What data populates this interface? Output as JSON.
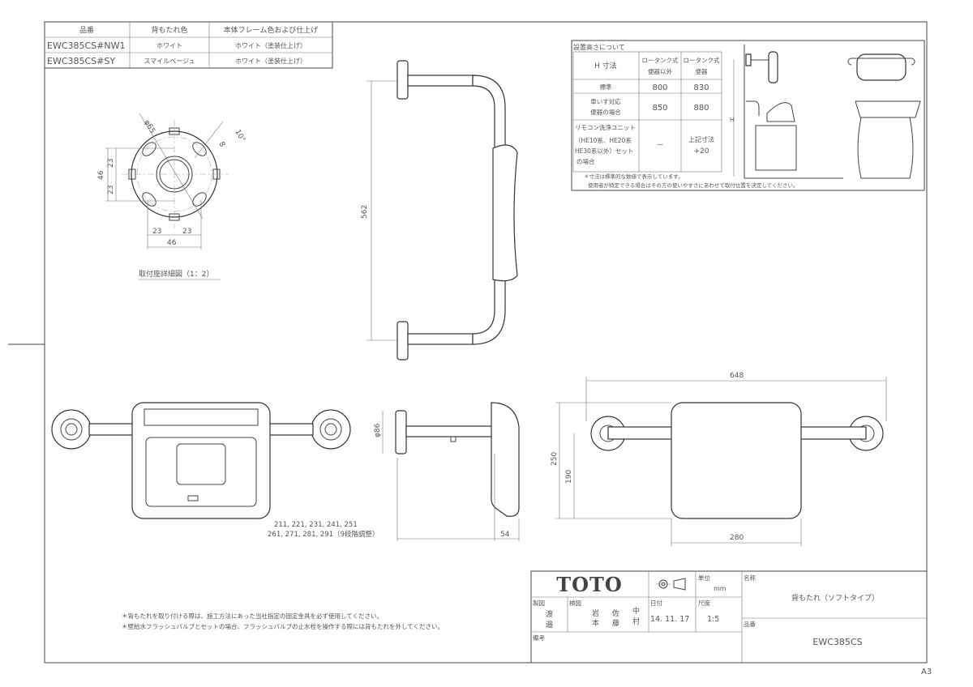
{
  "product_table": {
    "headers": [
      "品番",
      "背もたれ色",
      "本体フレーム色および仕上げ"
    ],
    "rows": [
      [
        "EWC385CS#NW1",
        "ホワイト",
        "ホワイト（塗装仕上げ）"
      ],
      [
        "EWC385CS#SY",
        "スマイルベージュ",
        "ホワイト（塗装仕上げ）"
      ]
    ]
  },
  "height_table": {
    "title": "設置高さについて",
    "col_h": "H 寸法",
    "col1": [
      "ロータンク式",
      "便器以外"
    ],
    "col2": [
      "ロータンク式",
      "便器"
    ],
    "rows": [
      {
        "label": [
          "標準"
        ],
        "v1": "800",
        "v2": "830"
      },
      {
        "label": [
          "車いす対応",
          "便器の場合"
        ],
        "v1": "850",
        "v2": "880"
      },
      {
        "label": [
          "リモコン洗浄ユニット",
          "（HE10系、HE20系",
          "HE30系以外）セット",
          "の場合"
        ],
        "v1": "－",
        "v2": [
          "上記寸法",
          "+20"
        ]
      }
    ],
    "notes": [
      "＊寸法は標準的な数値で表示しています。",
      "使用者が特定できる場合はその方の使いやすさにあわせて取付位置を決定してください。"
    ],
    "h_label": "H"
  },
  "flange_detail": {
    "dims": [
      "φ65",
      "10°",
      "8",
      "46",
      "23",
      "23",
      "23",
      "23",
      "46"
    ],
    "caption": "取付座詳細図（1：2）"
  },
  "side_view": {
    "height_dim": "562"
  },
  "bottom_side": {
    "diameter": "φ86",
    "range_line1": "211, 221, 231, 241, 251",
    "range_line2": "261, 271, 281, 291（9段階調整）",
    "depth": "54"
  },
  "front_view": {
    "width": "648",
    "cushion_width": "280",
    "height": "250",
    "bar_height": "190"
  },
  "notes": [
    "＊背もたれを取り付ける際は、施工方法にあった当社指定の固定金具を必ず使用してください。",
    "＊壁給水フラッシュバルブとセットの場合、フラッシュバルブの止水栓を操作する際には背もたれを外してください。"
  ],
  "title_block": {
    "logo": "TOTO",
    "unit_label": "単位",
    "unit": "mm",
    "drawn_label": "製図",
    "drawn": [
      "渡",
      "邉"
    ],
    "checked_label": "検図",
    "checked": [
      "岩",
      "本",
      "佐",
      "藤",
      "中",
      "村"
    ],
    "date_label": "日付",
    "date": "14. 11. 17",
    "scale_label": "尺度",
    "scale": "1:5",
    "remarks_label": "備考",
    "name_label": "名称",
    "name": "背もたれ（ソフトタイプ）",
    "part_label": "品番",
    "part_no": "EWC385CS"
  },
  "sheet_size": "A3"
}
